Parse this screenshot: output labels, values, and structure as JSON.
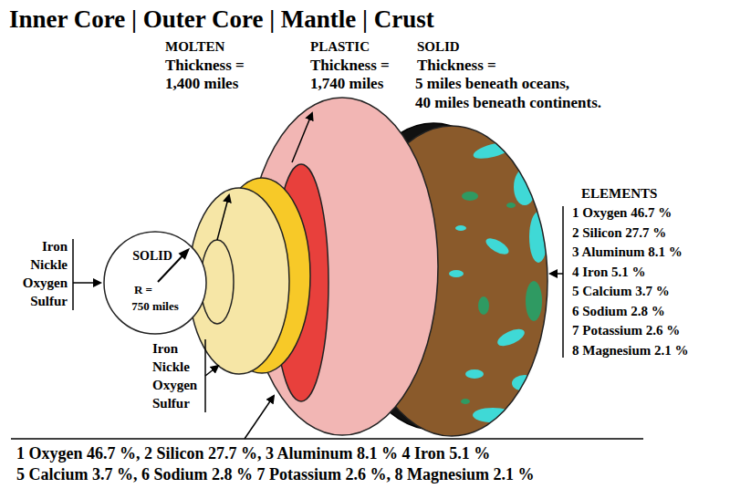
{
  "diagram": {
    "title": "Inner Core | Outer Core | Mantle | Crust",
    "nodes": [
      {
        "text": [
          "SOLID",
          "R =",
          "750 miles"
        ]
      }
    ],
    "labels": [
      "MOLTEN",
      "Thickness =",
      "1,400 miles",
      "PLASTIC",
      "Thickness =",
      "1,740 miles",
      "SOLID",
      "Thickness =",
      "5 miles beneath oceans,",
      "40 miles beneath continents.",
      "Iron",
      "Nickle",
      "Oxygen",
      "Sulfur",
      "Iron",
      "Nickle",
      "Oxygen",
      "Sulfur",
      "ELEMENTS",
      "1 Oxygen 46.7 %",
      "2 Silicon 27.7 %",
      "3 Aluminum 8.1 %",
      "4 Iron 5.1 %",
      "5 Calcium 3.7 %",
      "6 Sodium 2.8 %",
      "7 Potassium 2.6 %",
      "8 Magnesium 2.1 %",
      "1 Oxygen 46.7 %, 2 Silicon 27.7 %, 3 Aluminum 8.1 % 4 Iron 5.1 %",
      "5 Calcium 3.7 %, 6 Sodium 2.8 % 7 Potassium 2.6 %, 8 Magnesium 2.1 %"
    ]
  }
}
